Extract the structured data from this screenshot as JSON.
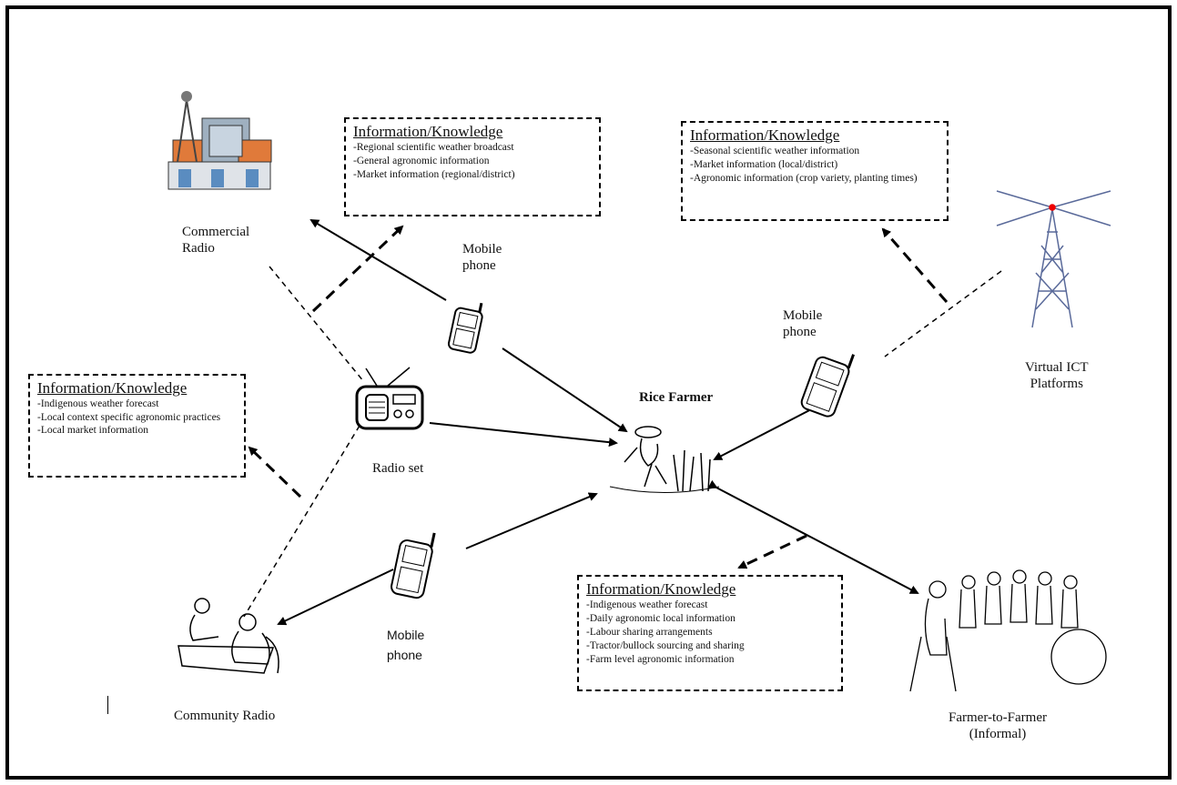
{
  "nodes": {
    "commercial_radio": "Commercial\nRadio",
    "mobile_phone_top": "Mobile\nphone",
    "mobile_phone_right": "Mobile\nphone",
    "mobile_phone_bottom": "Mobile\nphone",
    "radio_set": "Radio set",
    "rice_farmer": "Rice Farmer",
    "virtual_ict": "Virtual ICT\nPlatforms",
    "community_radio": "Community Radio",
    "farmer_to_farmer": "Farmer-to-Farmer\n(Informal)"
  },
  "boxes": {
    "commercial": {
      "title": "Information/Knowledge",
      "items": [
        "-Regional scientific weather broadcast",
        "-General agronomic information",
        "-Market information (regional/district)"
      ]
    },
    "virtual": {
      "title": "Information/Knowledge",
      "items": [
        "-Seasonal scientific weather information",
        "-Market information (local/district)",
        "-Agronomic information (crop variety, planting times)"
      ]
    },
    "community": {
      "title": "Information/Knowledge",
      "items": [
        "-Indigenous weather forecast",
        "-Local context specific agronomic practices",
        "-Local market information"
      ]
    },
    "farmer": {
      "title": "Information/Knowledge",
      "items": [
        "-Indigenous weather forecast",
        "-Daily agronomic local information",
        "-Labour sharing arrangements",
        "-Tractor/bullock sourcing and sharing",
        "-Farm level agronomic information"
      ]
    }
  }
}
